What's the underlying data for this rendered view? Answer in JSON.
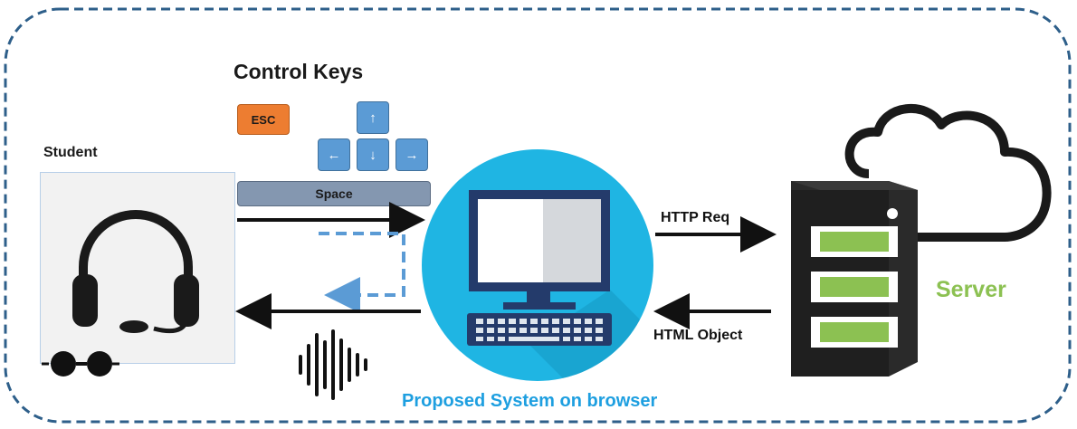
{
  "control_keys": {
    "title": "Control Keys",
    "esc": "ESC",
    "up": "↑",
    "left": "←",
    "down": "↓",
    "right": "→",
    "space": "Space"
  },
  "student": {
    "label": "Student"
  },
  "server": {
    "label": "Server"
  },
  "arrows": {
    "http_req": "HTTP Req",
    "html_object": "HTML Object"
  },
  "caption": "Proposed System on browser",
  "icons": [
    "headset-icon",
    "glasses-icon",
    "sound-wave-icon",
    "computer-icon",
    "server-tower-icon",
    "cloud-icon"
  ],
  "colors": {
    "frame_dashed": "#2e5f8a",
    "esc_key": "#ed7d31",
    "arrow_key": "#5b9bd5",
    "space_key": "#8497b0",
    "circle": "#1fb5e3",
    "server_label": "#8cc152",
    "caption": "#1e9fe0",
    "dashed_flow": "#5b9bd5"
  }
}
